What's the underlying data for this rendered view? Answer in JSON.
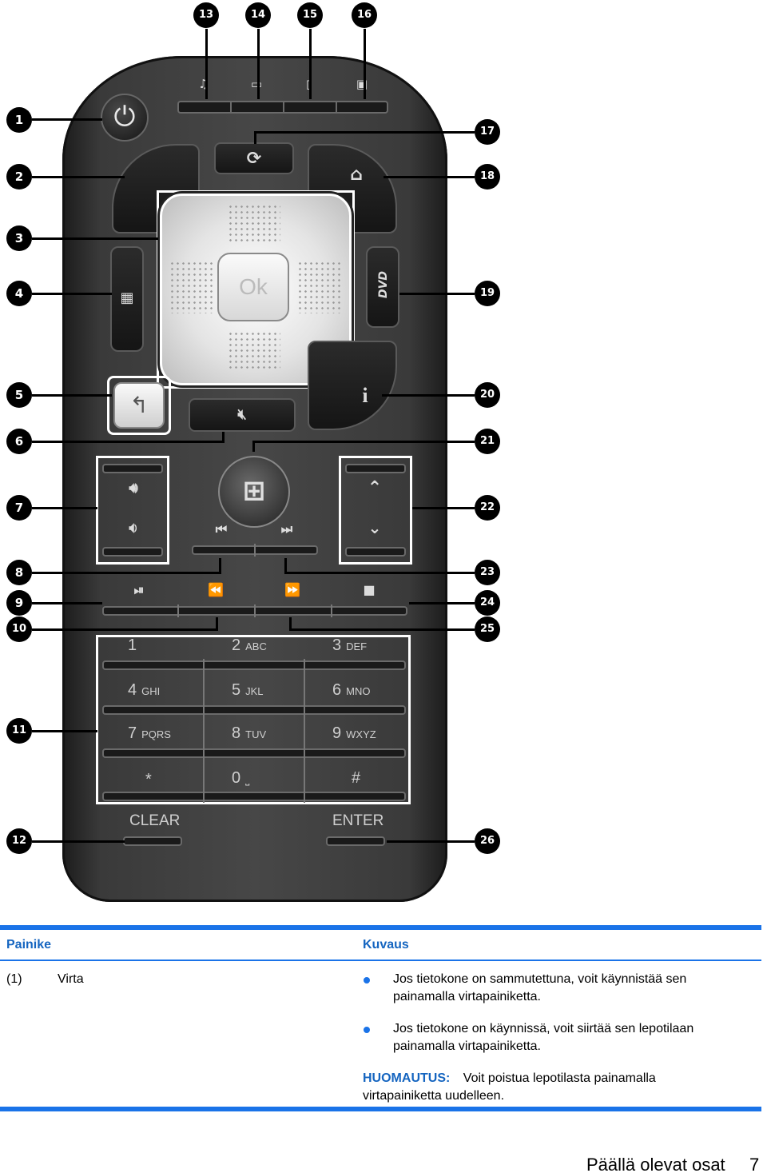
{
  "figure": {
    "callouts": [
      "1",
      "2",
      "3",
      "4",
      "5",
      "6",
      "7",
      "8",
      "9",
      "10",
      "11",
      "12",
      "13",
      "14",
      "15",
      "16",
      "17",
      "18",
      "19",
      "20",
      "21",
      "22",
      "23",
      "24",
      "25",
      "26"
    ],
    "keys": {
      "ok": "Ok",
      "dvd": "DVD",
      "info": "i",
      "k1": "1",
      "k2": "2",
      "k2_sub": "ABC",
      "k3": "3",
      "k3_sub": "DEF",
      "k4": "4",
      "k4_sub": "GHI",
      "k5": "5",
      "k5_sub": "JKL",
      "k6": "6",
      "k6_sub": "MNO",
      "k7": "7",
      "k7_sub": "PQRS",
      "k8": "8",
      "k8_sub": "TUV",
      "k9": "9",
      "k9_sub": "WXYZ",
      "kstar": "*",
      "k0": "0",
      "k0_sub": "⎵",
      "khash": "#",
      "clear": "CLEAR",
      "enter": "ENTER"
    }
  },
  "table": {
    "header_col1": "Painike",
    "header_col2": "Kuvaus",
    "row1": {
      "number": "(1)",
      "name": "Virta",
      "bullet1": "Jos tietokone on sammutettuna, voit käynnistää sen painamalla virtapainiketta.",
      "bullet2": "Jos tietokone on käynnissä, voit siirtää sen lepotilaan painamalla virtapainiketta.",
      "note_label": "HUOMAUTUS:",
      "note_text": "Voit poistua lepotilasta painamalla virtapainiketta uudelleen."
    }
  },
  "footer": {
    "section": "Päällä olevat osat",
    "page": "7"
  },
  "colors": {
    "accent": "#1a73e8",
    "header_text": "#1565c0"
  }
}
